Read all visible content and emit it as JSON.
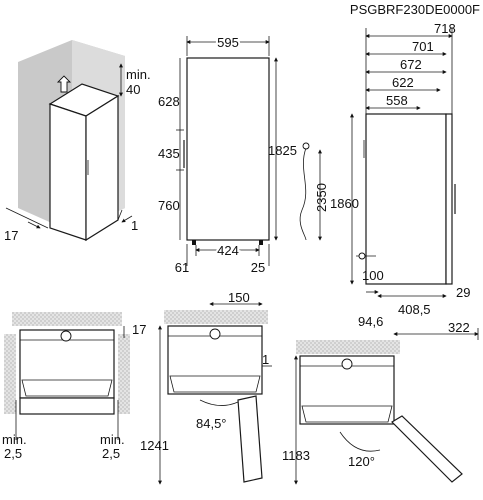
{
  "model": "PSGBRF230DE0000F",
  "iso_view": {
    "clearance_top_label": "min.",
    "clearance_top_value": "40",
    "side_left": "17",
    "side_right": "1"
  },
  "front_view": {
    "width": "595",
    "h_top": "628",
    "h_mid": "435",
    "h_bottom": "760",
    "height_total": "1825",
    "feet_width": "424",
    "foot_left": "61",
    "foot_right": "25"
  },
  "cable": {
    "length": "2350"
  },
  "side_view": {
    "d1": "718",
    "d2": "701",
    "d3": "672",
    "d4": "622",
    "d5": "558",
    "height": "1860",
    "bottom_100": "100",
    "b_29": "29",
    "b_94": "94,6",
    "b_408": "408,5"
  },
  "top_views": {
    "v1": {
      "gap_right": "17",
      "min_left_label": "min.",
      "min_left": "2,5",
      "min_right_label": "min.",
      "min_right": "2,5"
    },
    "v2": {
      "w150": "150",
      "gap1": "1",
      "angle": "84,5°",
      "depth": "1241"
    },
    "v3": {
      "w322": "322",
      "angle": "120°",
      "depth": "1183"
    }
  }
}
